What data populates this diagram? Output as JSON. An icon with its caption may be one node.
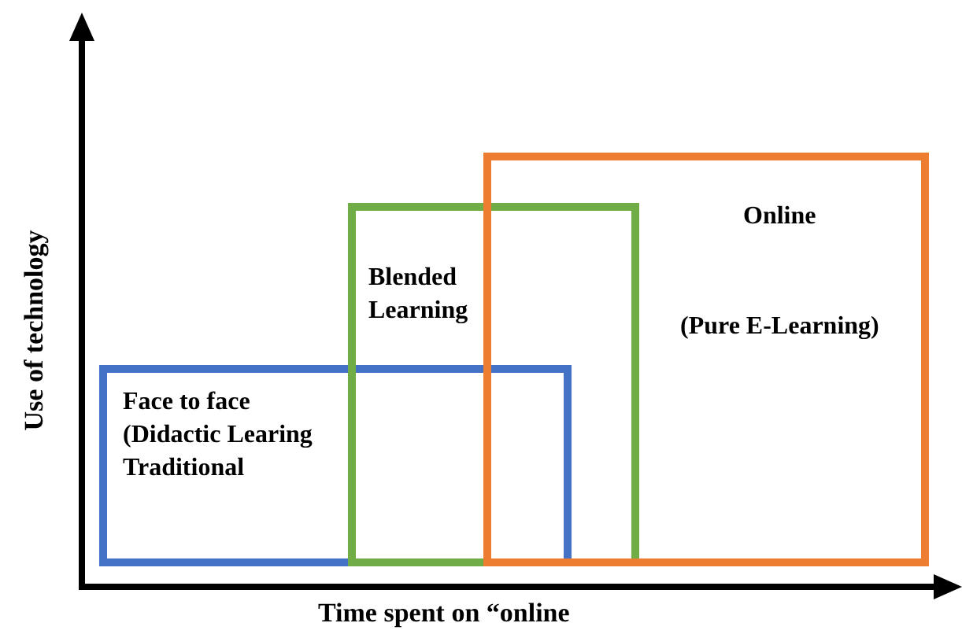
{
  "diagram": {
    "nodes": [
      {
        "text": [
          "Face to face (Didactic Learing Traditional"
        ]
      },
      {
        "text": [
          "Blended Learning"
        ]
      },
      {
        "text": [
          "Online",
          "(Pure E-Learning)"
        ]
      }
    ],
    "edges": [],
    "labels": [
      "Use of technology",
      "Time spent on “online"
    ]
  }
}
